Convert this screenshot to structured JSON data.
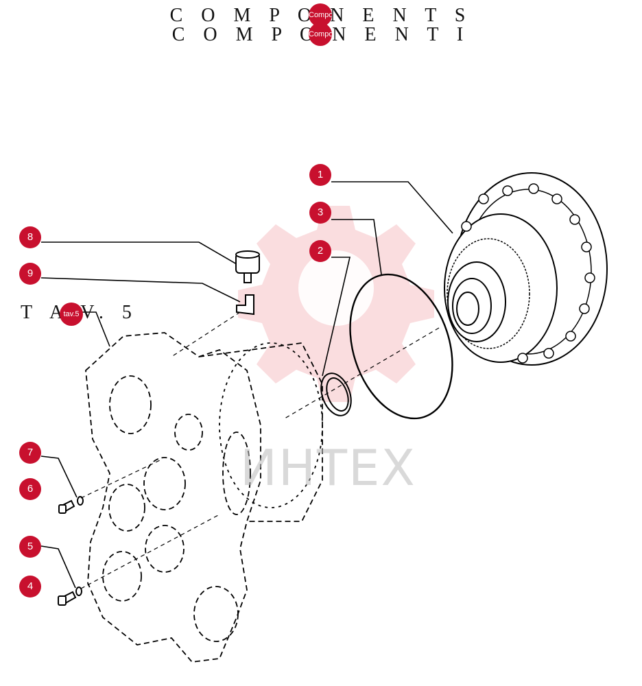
{
  "header": {
    "line1": "C O M P O N E N T S",
    "line2": "C O M P O N E N T I",
    "badge_text": "Componenti"
  },
  "table_ref": {
    "label": "T A V.   5",
    "badge_text": "tav.5"
  },
  "watermark": {
    "text": "ИНТЕХ",
    "color": "#e8646e"
  },
  "accent_color": "#c8102e",
  "callouts": [
    {
      "number": "1"
    },
    {
      "number": "3"
    },
    {
      "number": "2"
    },
    {
      "number": "8"
    },
    {
      "number": "9"
    },
    {
      "number": "7"
    },
    {
      "number": "6"
    },
    {
      "number": "5"
    },
    {
      "number": "4"
    }
  ]
}
